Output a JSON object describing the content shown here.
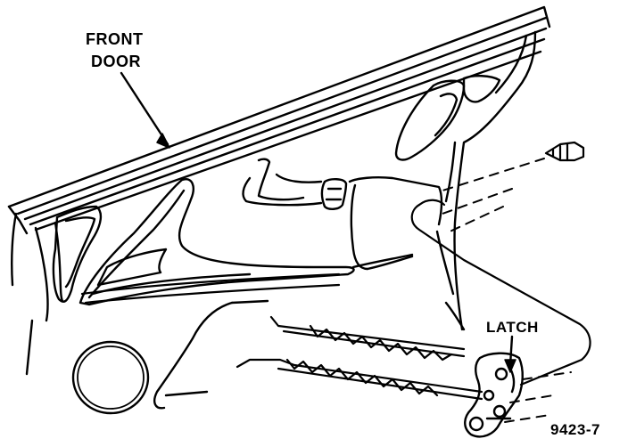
{
  "labels": {
    "front_door_line1": "FRONT",
    "front_door_line2": "DOOR",
    "latch": "LATCH",
    "figure_number": "9423-7"
  },
  "colors": {
    "ink": "#000000",
    "background": "#ffffff"
  }
}
